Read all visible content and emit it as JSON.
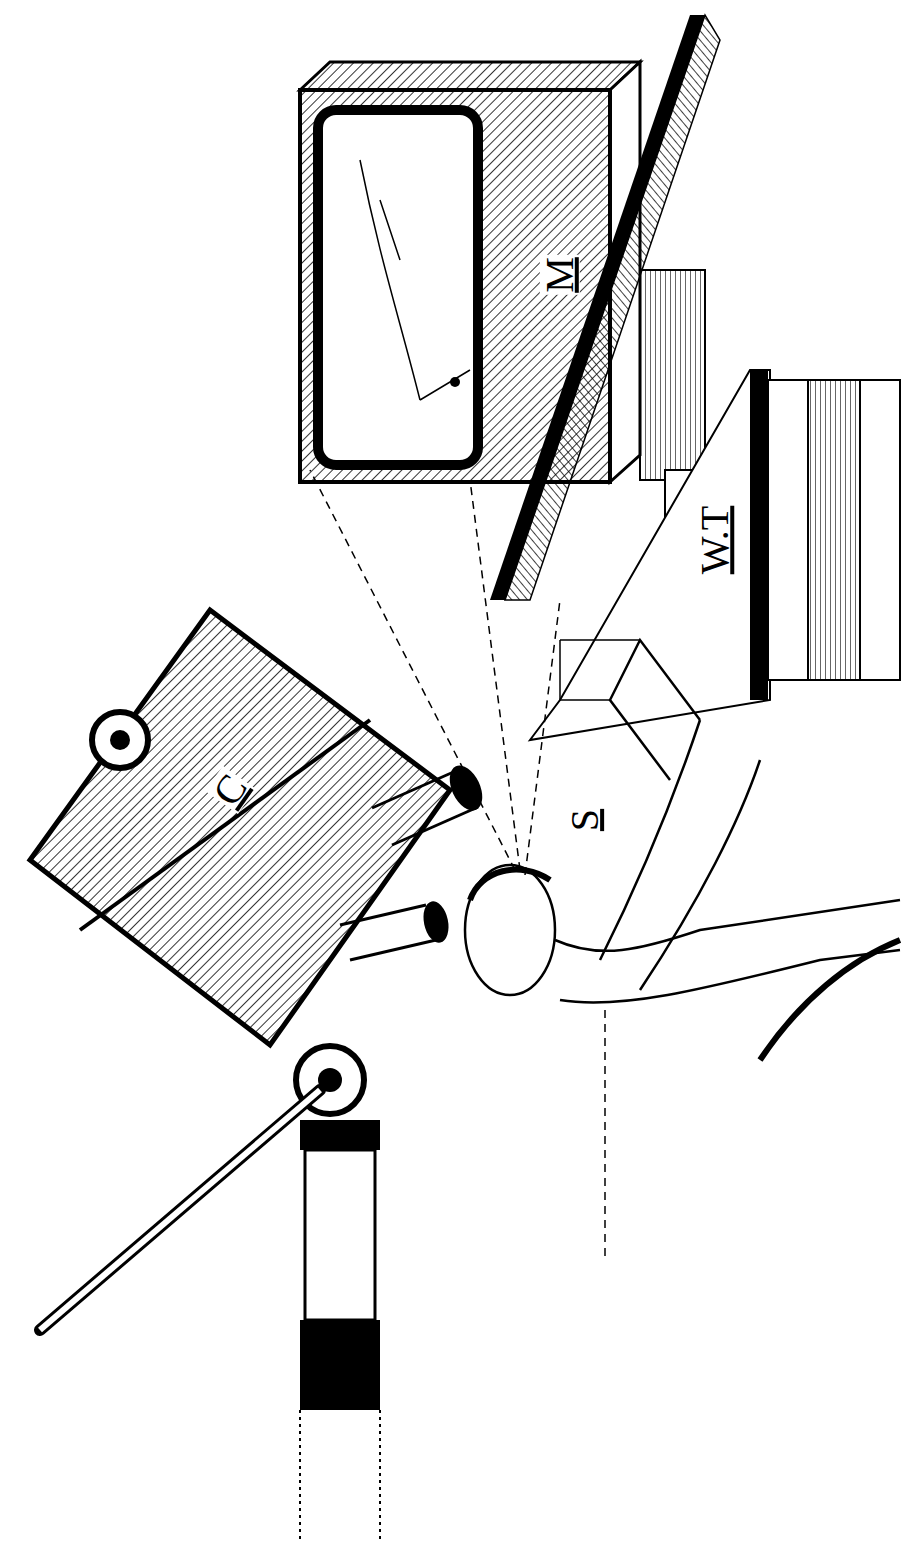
{
  "diagram": {
    "labels": [
      "C",
      "M",
      "S",
      "W.T"
    ]
  }
}
